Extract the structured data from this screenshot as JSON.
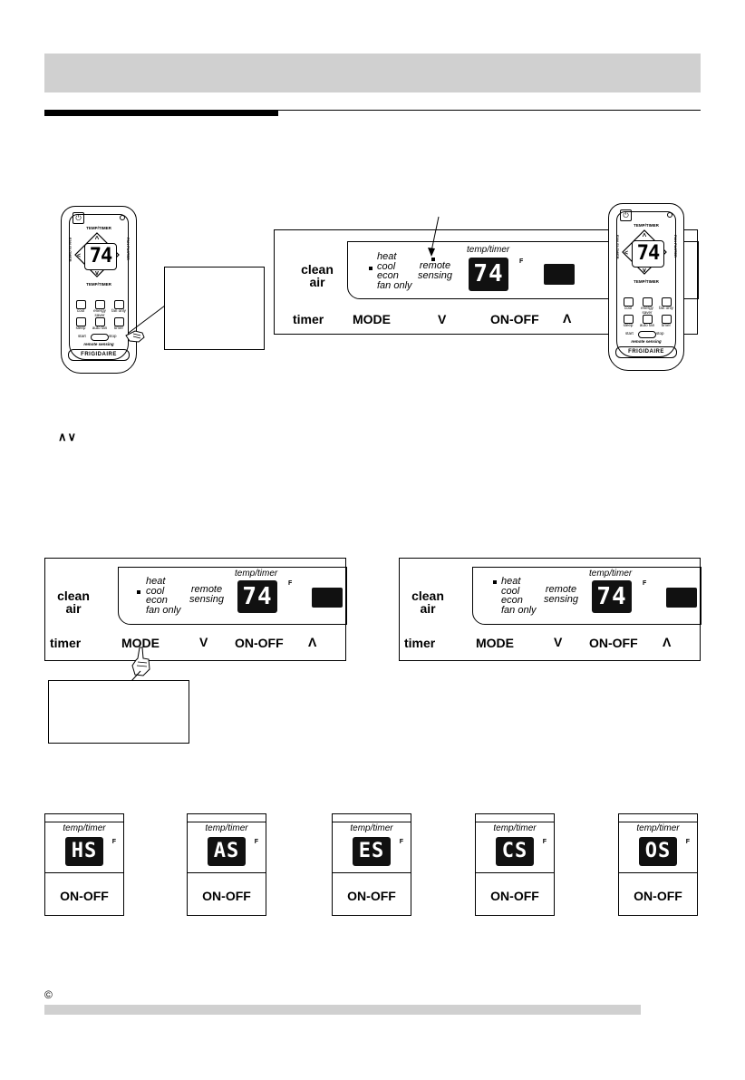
{
  "remote": {
    "brand": "FRIGIDAIRE",
    "display": "74",
    "temp_timer": "TEMP/TIMER",
    "fan_slower": "FAN SLOWER",
    "fan_faster": "FAN FASTER",
    "buttons_row1": [
      "cool",
      "energy saver",
      "fan only"
    ],
    "buttons_row2": [
      "sleep",
      "auto fan",
      "timer"
    ],
    "start": "start",
    "stop": "stop",
    "remote_sensing": "remote sensing"
  },
  "panel": {
    "clean": "clean",
    "air": "air",
    "modes": [
      "heat",
      "cool",
      "econ",
      "fan only"
    ],
    "remote": "remote",
    "sensing": "sensing",
    "temp_timer": "temp/timer",
    "unit": "F",
    "display": "74",
    "timer": "timer",
    "mode": "MODE",
    "down": "V",
    "on_off": "ON-OFF",
    "up": "Λ"
  },
  "inline_arrows": "∧∨",
  "mini_codes": [
    "HS",
    "AS",
    "ES",
    "CS",
    "OS"
  ],
  "copyright": "©"
}
